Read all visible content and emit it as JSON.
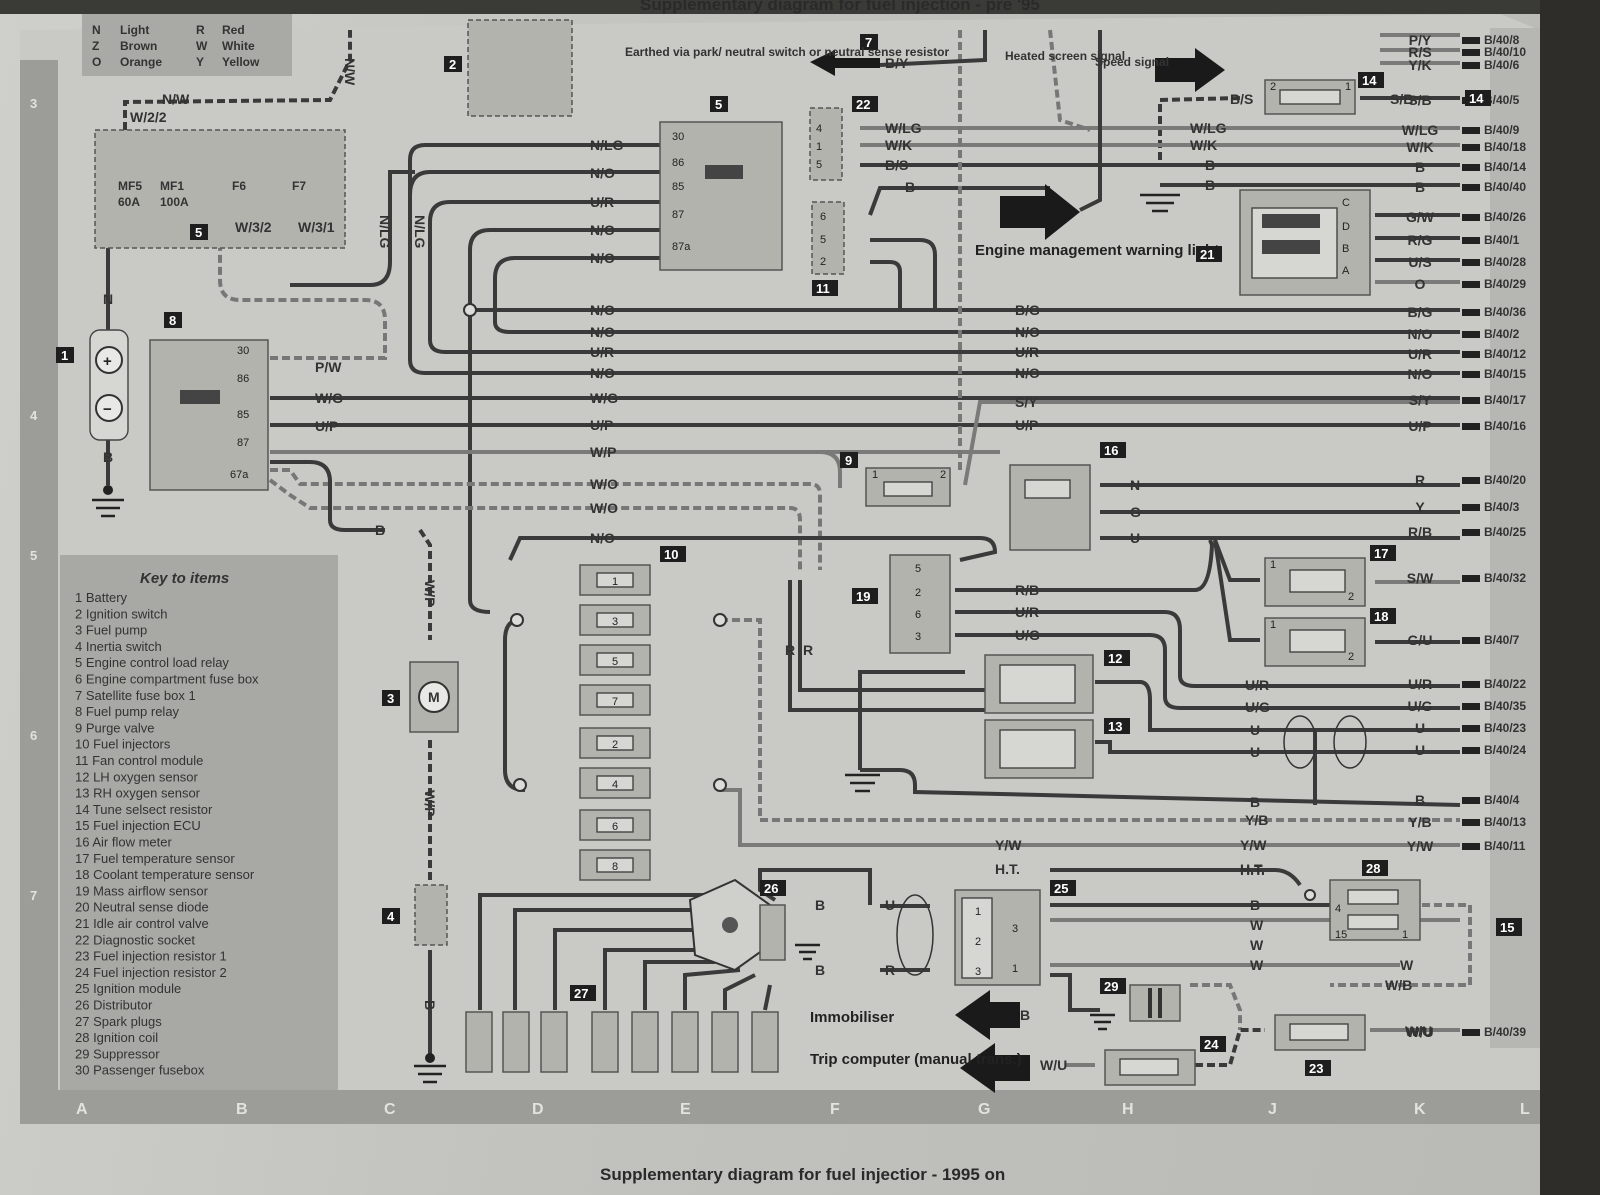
{
  "top_caption": "Supplementary diagram for fuel injection - pre '95",
  "bottom_caption": "Supplementary diagram for fuel injectior - 1995 on",
  "colour_key": [
    "N",
    "Light",
    "Z",
    "Brown",
    "O",
    "Orange",
    "R",
    "Red",
    "W",
    "White",
    "Y",
    "Yellow"
  ],
  "column_letters": [
    "A",
    "B",
    "C",
    "D",
    "E",
    "F",
    "G",
    "H",
    "J",
    "K",
    "L"
  ],
  "row_numbers": [
    "3",
    "4",
    "5",
    "6",
    "7"
  ],
  "annotations": {
    "earthed": "Earthed via park/ neutral switch or neutral sense resistor",
    "heated_screen": "Heated screen signal",
    "speed_signal": "Speed signal",
    "engine_management": "Engine management warning light",
    "immobiliser": "Immobiliser",
    "trip_computer": "Trip computer (manual trans.)"
  },
  "item_numbers": [
    "1",
    "2",
    "3",
    "4",
    "5",
    "5",
    "7",
    "8",
    "9",
    "10",
    "11",
    "12",
    "13",
    "14",
    "15",
    "16",
    "17",
    "18",
    "19",
    "21",
    "22",
    "23",
    "24",
    "25",
    "26",
    "27",
    "28",
    "29"
  ],
  "key": {
    "title": "Key to items",
    "items": [
      "1 Battery",
      "2 Ignition switch",
      "3 Fuel pump",
      "4 Inertia switch",
      "5 Engine control load relay",
      "6 Engine compartment fuse box",
      "7 Satellite fuse box 1",
      "8 Fuel pump relay",
      "9 Purge valve",
      "10 Fuel injectors",
      "11 Fan control module",
      "12 LH oxygen sensor",
      "13 RH oxygen sensor",
      "14 Tune selsect resistor",
      "15 Fuel injection ECU",
      "16 Air flow meter",
      "17 Fuel temperature sensor",
      "18 Coolant temperature sensor",
      "19 Mass airflow sensor",
      "20 Neutral sense diode",
      "21 Idle air control valve",
      "22 Diagnostic socket",
      "23 Fuel injection resistor 1",
      "24 Fuel injection resistor 2",
      "25 Ignition module",
      "26 Distributor",
      "27 Spark plugs",
      "28 Ignition coil",
      "29 Suppressor",
      "30 Passenger fusebox"
    ]
  },
  "fuses": {
    "labels": [
      "MF5",
      "60A",
      "MF1",
      "100A",
      "F6",
      "F7"
    ],
    "wires": [
      "W/2/2",
      "W/3/2",
      "W/3/1"
    ]
  },
  "relay5": {
    "terminals": [
      "30",
      "86",
      "85",
      "87",
      "87a"
    ],
    "wires": [
      "N/LG",
      "N/O",
      "U/R",
      "N/O",
      "N/O"
    ]
  },
  "relay8": {
    "terminals": [
      "30",
      "86",
      "85",
      "87",
      "67a"
    ],
    "wires": [
      "P/W",
      "W/G",
      "U/P"
    ]
  },
  "battery": {
    "plus": "+",
    "minus": "−",
    "top_wire": "N",
    "bottom_wire": "B"
  },
  "left_wires": {
    "nw": "N/W",
    "nlg1": "N/LG",
    "nlg2": "N/LG",
    "by": "B/Y",
    "b_earth": "B",
    "wp1": "W/P",
    "wp2": "W/P",
    "b_bottom": "B",
    "motor": "M"
  },
  "socket22": {
    "pins": [
      "4",
      "1",
      "5"
    ],
    "wires": [
      "W/LG",
      "W/K",
      "B/S"
    ]
  },
  "module11": {
    "pins": [
      "6",
      "5",
      "2"
    ],
    "wire": "B"
  },
  "resistor14": {
    "pins": [
      "2",
      "1"
    ]
  },
  "valve9": {
    "pins": [
      "1",
      "2"
    ]
  },
  "valve21": {
    "pins": [
      "C",
      "D",
      "B",
      "A"
    ]
  },
  "sensor16": {
    "wires": [
      "N",
      "G",
      "U"
    ]
  },
  "sensor19": {
    "pins": [
      "5",
      "2",
      "6",
      "3"
    ],
    "wires": [
      "R/B",
      "U/R",
      "U/G"
    ],
    "r_wires": [
      "R",
      "R"
    ]
  },
  "sensor17": {
    "pins": [
      "1",
      "2"
    ]
  },
  "sensor18": {
    "pins": [
      "1",
      "2"
    ]
  },
  "mid_wires": {
    "np": [
      "N/O",
      "N/O",
      "U/R",
      "N/O",
      "W/G",
      "U/P",
      "W/P",
      "W/O",
      "W/O",
      "N/O"
    ],
    "right": [
      "B/G",
      "N/O",
      "U/R",
      "N/O",
      "S/Y",
      "U/P"
    ],
    "top_right": [
      "W/LG",
      "W/K",
      "B",
      "B"
    ],
    "bs": "B/S",
    "sb": "S/B",
    "row_wires": [
      "U/R",
      "U/G",
      "U",
      "U",
      "B",
      "Y/B",
      "Y/W",
      "H.T."
    ]
  },
  "injectors": [
    "1",
    "3",
    "5",
    "7",
    "2",
    "4",
    "6",
    "8"
  ],
  "ignition": {
    "ign25_pins": [
      "1",
      "2",
      "3"
    ],
    "ign25_right": [
      "3",
      "1"
    ],
    "coil28_pins": [
      "4",
      "15",
      "1"
    ],
    "dist_wires": [
      "B",
      "B"
    ],
    "u_wire": "U",
    "r_wire": "R",
    "coil_wires": [
      "B",
      "W",
      "W",
      "W",
      "W",
      "W/B"
    ],
    "imm_wire": "B",
    "wu_wires": [
      "W/U",
      "W/U"
    ],
    "ht": "H.T."
  },
  "ecu_pins": [
    {
      "wire": "P/Y",
      "pin": "B/40/8"
    },
    {
      "wire": "R/S",
      "pin": "B/40/10"
    },
    {
      "wire": "Y/K",
      "pin": "B/40/6"
    },
    {
      "wire": "S/B",
      "pin": "B/40/5"
    },
    {
      "wire": "W/LG",
      "pin": "B/40/9"
    },
    {
      "wire": "W/K",
      "pin": "B/40/18"
    },
    {
      "wire": "B",
      "pin": "B/40/14"
    },
    {
      "wire": "B",
      "pin": "B/40/40"
    },
    {
      "wire": "G/W",
      "pin": "B/40/26"
    },
    {
      "wire": "R/G",
      "pin": "B/40/1"
    },
    {
      "wire": "U/S",
      "pin": "B/40/28"
    },
    {
      "wire": "O",
      "pin": "B/40/29"
    },
    {
      "wire": "B/G",
      "pin": "B/40/36"
    },
    {
      "wire": "N/O",
      "pin": "B/40/2"
    },
    {
      "wire": "U/R",
      "pin": "B/40/12"
    },
    {
      "wire": "N/O",
      "pin": "B/40/15"
    },
    {
      "wire": "S/Y",
      "pin": "B/40/17"
    },
    {
      "wire": "U/P",
      "pin": "B/40/16"
    },
    {
      "wire": "R",
      "pin": "B/40/20"
    },
    {
      "wire": "Y",
      "pin": "B/40/3"
    },
    {
      "wire": "R/B",
      "pin": "B/40/25"
    },
    {
      "wire": "S/W",
      "pin": "B/40/32"
    },
    {
      "wire": "G/U",
      "pin": "B/40/7"
    },
    {
      "wire": "U/R",
      "pin": "B/40/22"
    },
    {
      "wire": "U/G",
      "pin": "B/40/35"
    },
    {
      "wire": "U",
      "pin": "B/40/23"
    },
    {
      "wire": "U",
      "pin": "B/40/24"
    },
    {
      "wire": "B",
      "pin": "B/40/4"
    },
    {
      "wire": "Y/B",
      "pin": "B/40/13"
    },
    {
      "wire": "Y/W",
      "pin": "B/40/11"
    },
    {
      "wire": "W/U",
      "pin": "B/40/39"
    }
  ]
}
